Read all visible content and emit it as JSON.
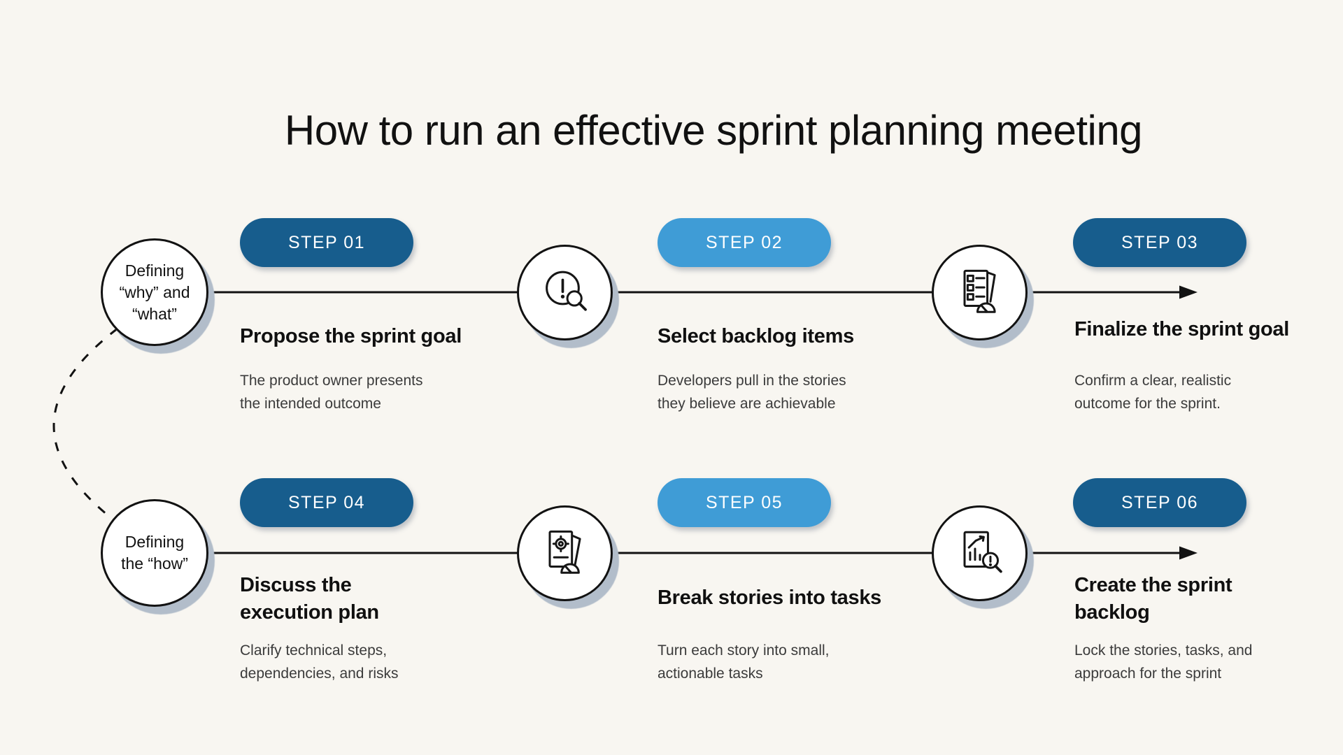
{
  "title": "How to run an effective sprint planning meeting",
  "phases": [
    {
      "label": "Defining\n“why” and\n“what”"
    },
    {
      "label": "Defining\nthe “how”"
    }
  ],
  "steps": [
    {
      "badge": "STEP 01",
      "badge_color": "dark",
      "title": "Propose the sprint goal",
      "description": "The product owner presents\nthe intended outcome"
    },
    {
      "badge": "STEP 02",
      "badge_color": "light",
      "title": "Select backlog items",
      "description": "Developers pull in the stories\nthey believe are achievable"
    },
    {
      "badge": "STEP 03",
      "badge_color": "dark",
      "title": "Finalize the sprint goal",
      "description": "Confirm a clear, realistic\noutcome for the sprint."
    },
    {
      "badge": "STEP 04",
      "badge_color": "dark",
      "title": "Discuss the\nexecution plan",
      "description": "Clarify technical steps,\ndependencies, and risks"
    },
    {
      "badge": "STEP 05",
      "badge_color": "light",
      "title": "Break stories into tasks",
      "description": "Turn each story into small,\nactionable tasks"
    },
    {
      "badge": "STEP 06",
      "badge_color": "dark",
      "title": "Create the sprint\nbacklog",
      "description": "Lock the stories, tasks, and\napproach for the sprint"
    }
  ],
  "icons": [
    {
      "name": "alert-magnifier-icon"
    },
    {
      "name": "checklist-gauge-icon"
    },
    {
      "name": "document-gear-gauge-icon"
    },
    {
      "name": "chart-growth-magnifier-icon"
    }
  ],
  "colors": {
    "dark_blue": "#175d8d",
    "light_blue": "#3f9cd6",
    "background": "#f8f6f1",
    "line": "#121212",
    "circle_shadow": "#b2bdca"
  }
}
